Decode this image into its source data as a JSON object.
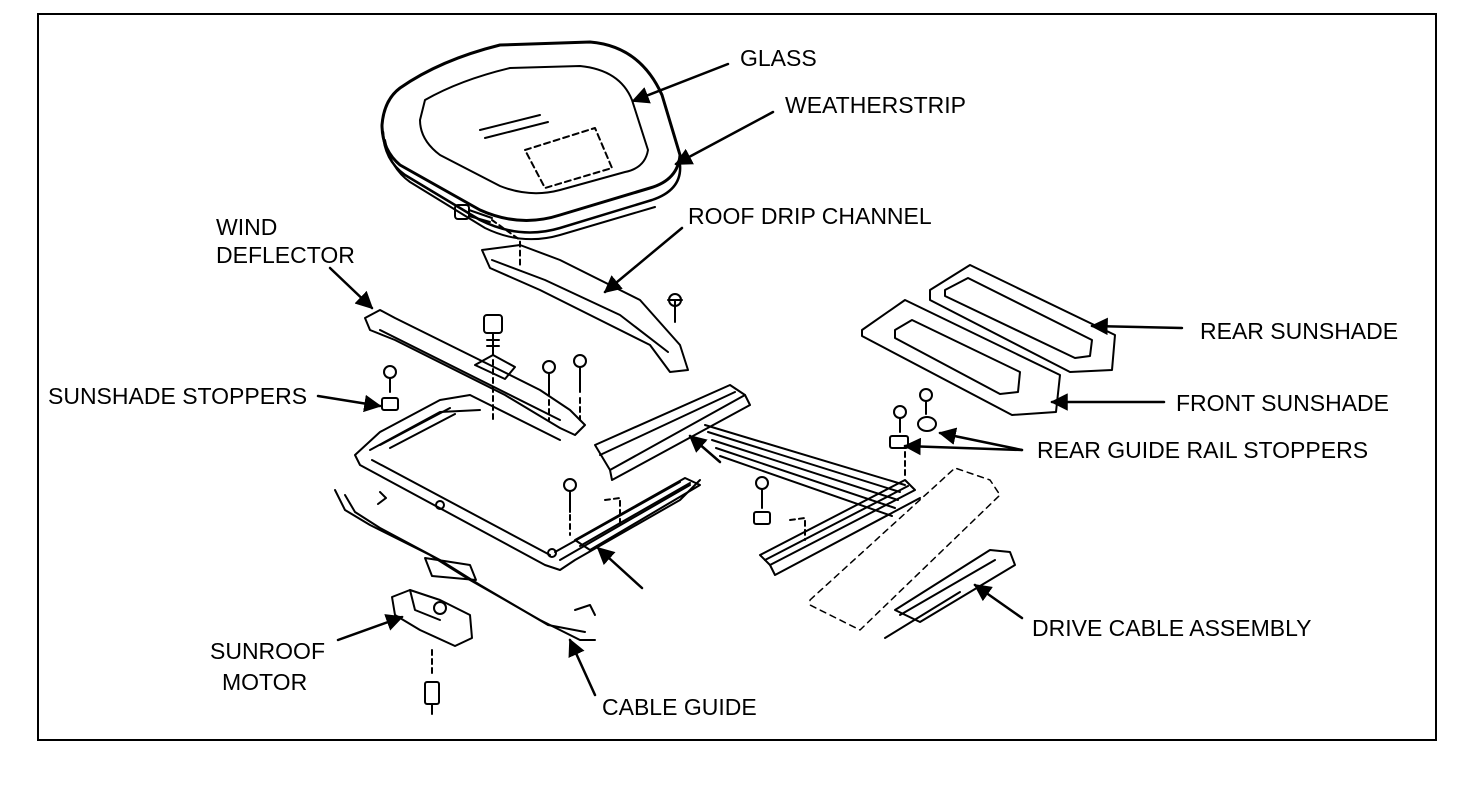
{
  "labels": {
    "glass": "GLASS",
    "weatherstrip": "WEATHERSTRIP",
    "roof_drip_channel": "ROOF DRIP CHANNEL",
    "wind_deflector_1": "WIND",
    "wind_deflector_2": "DEFLECTOR",
    "rear_sunshade": "REAR SUNSHADE",
    "front_sunshade": "FRONT SUNSHADE",
    "sunshade_stoppers": "SUNSHADE STOPPERS",
    "rear_guide_rail_stoppers": "REAR GUIDE RAIL STOPPERS",
    "drive_cable_assembly": "DRIVE CABLE ASSEMBLY",
    "sunroof_motor_1": "SUNROOF",
    "sunroof_motor_2": "MOTOR",
    "cable_guide": "CABLE GUIDE"
  },
  "colors": {
    "ink": "#000000",
    "paper": "#ffffff"
  }
}
